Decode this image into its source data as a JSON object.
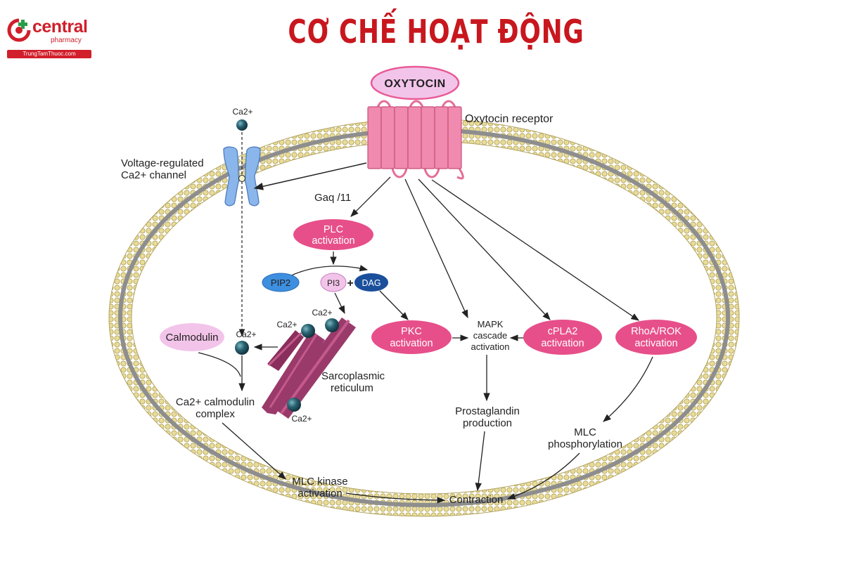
{
  "header": {
    "brand_name": "central",
    "brand_sub": "pharmacy",
    "brand_site": "TrungTamThuoc.com",
    "title": "CƠ CHẾ HOẠT ĐỘNG"
  },
  "diagram": {
    "oxytocin": "OXYTOCIN",
    "receptor_label": "Oxytocin receptor",
    "ca_top": "Ca2+",
    "channel_label_1": "Voltage-regulated",
    "channel_label_2": "Ca2+ channel",
    "gaq": "Gaq /11",
    "plc_1": "PLC",
    "plc_2": "activation",
    "pip2": "PIP2",
    "pi3": "PI3",
    "plus": "+",
    "dag": "DAG",
    "ca_sr_1": "Ca2+",
    "ca_sr_2": "Ca2+",
    "ca_sr_3": "Ca2+",
    "ca_free": "Ca2+",
    "calmodulin": "Calmodulin",
    "sr_1": "Sarcoplasmic",
    "sr_2": "reticulum",
    "complex_1": "Ca2+ calmodulin",
    "complex_2": "complex",
    "pkc_1": "PKC",
    "pkc_2": "activation",
    "mapk_1": "MAPK",
    "mapk_2": "cascade",
    "mapk_3": "activation",
    "cpla2_1": "cPLA2",
    "cpla2_2": "activation",
    "rhoa_1": "RhoA/ROK",
    "rhoa_2": "activation",
    "prosta_1": "Prostaglandin",
    "prosta_2": "production",
    "mlcp_1": "MLC",
    "mlcp_2": "phosphorylation",
    "mlck_1": "MLC kinase",
    "mlck_2": "activation",
    "contraction": "Contraction"
  },
  "colors": {
    "title_red": "#c8171e",
    "node_pink": "#e74f8a",
    "node_pink_light": "#f3c4ea",
    "receptor_pink": "#f08aae",
    "pip2_blue": "#3e8fe0",
    "dag_navy": "#1b4f9c",
    "membrane_tan": "#e8dc98",
    "channel_blue": "#8bb6ec",
    "sr_purple": "#9a3a6a",
    "ion_teal": "#1f4f5c"
  }
}
